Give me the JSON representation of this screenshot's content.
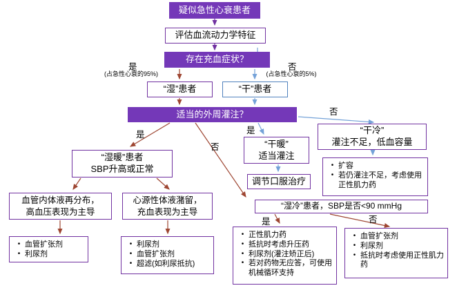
{
  "colors": {
    "purple_fill": "#7438B8",
    "purple_border": "#7030A0",
    "blue_border": "#4F81BD",
    "arrow_red": "#9E4632",
    "arrow_blue": "#74A2D8",
    "arrow_purple": "#7030A0"
  },
  "labels": {
    "yes": "是",
    "no": "否",
    "congestion_yes_note": "(占急性心衰的95%)",
    "congestion_no_note": "(占急性心衰的5%)"
  },
  "nodes": {
    "suspect": {
      "text": "疑似急性心衰患者"
    },
    "assess": {
      "text": "评估血流动力学特征"
    },
    "congestion": {
      "text": "存在充血症状？"
    },
    "wet_patient": {
      "text": "“湿”患者"
    },
    "dry_patient": {
      "text": "“干”患者"
    },
    "perfusion": {
      "text": "适当的外周灌注？"
    },
    "wet_warm": {
      "line1": "“湿暖”患者",
      "line2": "SBP升高或正常"
    },
    "vascular_redistribution": {
      "line1": "血管内体液再分布，",
      "line2": "高血压表现为主导"
    },
    "cardiac_retention": {
      "line1": "心源性体液潴留，",
      "line2": "充血表现为主导"
    },
    "vascular_treatment": {
      "items": [
        "血管扩张剂",
        "利尿剂"
      ]
    },
    "cardiac_treatment": {
      "items": [
        "利尿剂",
        "血管扩张剂",
        "超滤(如利尿抵抗)"
      ]
    },
    "dry_warm": {
      "line1": "“干暖”",
      "line2": "适当灌注"
    },
    "adjust_oral": {
      "text": "调节口服治疗"
    },
    "dry_cold": {
      "line1": "“干冷”",
      "line2": "灌注不足，低血容量"
    },
    "dry_cold_treatment": {
      "items": [
        "扩容",
        "若仍灌注不足，考虑使用正性肌力药"
      ]
    },
    "wet_cold": {
      "text": "“湿冷”患者，SBP是否<90 mmHg"
    },
    "wet_cold_yes_treatment": {
      "items": [
        "正性肌力药",
        "抵抗时考虑升压药",
        "利尿剂(灌注矫正后)",
        "若对药物无应答，可使用机械循环支持"
      ]
    },
    "wet_cold_no_treatment": {
      "items": [
        "血管扩张剂",
        "利尿剂",
        "抵抗时考虑使用正性肌力药"
      ]
    }
  }
}
